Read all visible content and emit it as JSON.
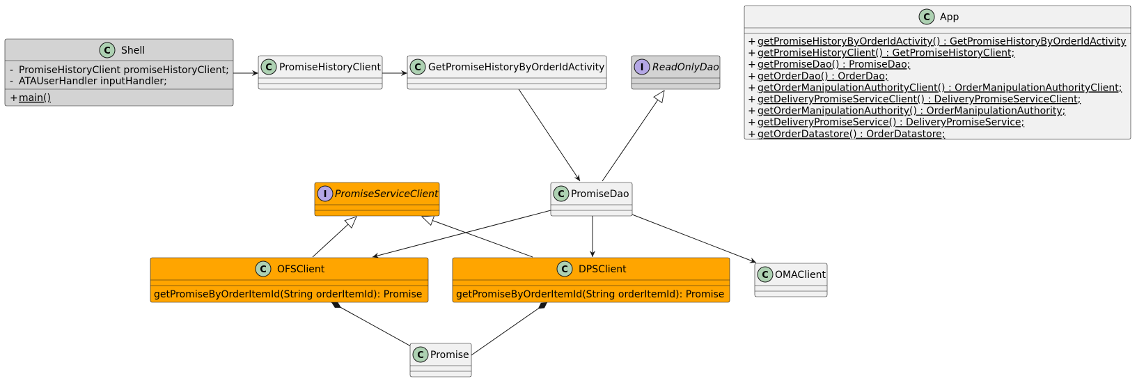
{
  "colors": {
    "class_fill": "#F1F1F1",
    "highlight_fill": "#FFA500",
    "muted_fill": "#D3D3D3",
    "border": "#181818",
    "class_badge": "#ADD1B2",
    "interface_badge": "#B4A7E5"
  },
  "nodes": {
    "shell": {
      "name": "Shell",
      "badge": "C",
      "fields": [
        {
          "vis": "-",
          "text": "PromiseHistoryClient promiseHistoryClient;"
        },
        {
          "vis": "-",
          "text": "ATAUserHandler inputHandler;"
        }
      ],
      "methods": [
        {
          "vis": "+",
          "text": "main()",
          "static": true
        }
      ]
    },
    "promise_history_client": {
      "name": "PromiseHistoryClient",
      "badge": "C"
    },
    "get_promise_history_activity": {
      "name": "GetPromiseHistoryByOrderIdActivity",
      "badge": "C"
    },
    "read_only_dao": {
      "name": "ReadOnlyDao",
      "badge": "I"
    },
    "app": {
      "name": "App",
      "badge": "C",
      "methods": [
        {
          "vis": "+",
          "text": "getPromiseHistoryByOrderIdActivity() : GetPromiseHistoryByOrderIdActivity",
          "static": true
        },
        {
          "vis": "+",
          "text": "getPromiseHistoryClient() : GetPromiseHistoryClient;",
          "static": true
        },
        {
          "vis": "+",
          "text": "getPromiseDao() : PromiseDao;",
          "static": true
        },
        {
          "vis": "+",
          "text": "getOrderDao() : OrderDao;",
          "static": true
        },
        {
          "vis": "+",
          "text": "getOrderManipulationAuthorityClient() : OrderManipulationAuthorityClient;",
          "static": true
        },
        {
          "vis": "+",
          "text": "getDeliveryPromiseServiceClient() : DeliveryPromiseServiceClient;",
          "static": true
        },
        {
          "vis": "+",
          "text": "getOrderManipulationAuthority() : OrderManipulationAuthority;",
          "static": true
        },
        {
          "vis": "+",
          "text": "getDeliveryPromiseService() : DeliveryPromiseService;",
          "static": true
        },
        {
          "vis": "+",
          "text": "getOrderDatastore() : OrderDatastore;",
          "static": true
        }
      ]
    },
    "promise_service_client": {
      "name": "PromiseServiceClient",
      "badge": "I"
    },
    "promise_dao": {
      "name": "PromiseDao",
      "badge": "C"
    },
    "ofs_client": {
      "name": "OFSClient",
      "badge": "C",
      "methods": [
        {
          "text": "getPromiseByOrderItemId(String orderItemId): Promise"
        }
      ]
    },
    "dps_client": {
      "name": "DPSClient",
      "badge": "C",
      "methods": [
        {
          "text": "getPromiseByOrderItemId(String orderItemId): Promise"
        }
      ]
    },
    "oma_client": {
      "name": "OMAClient",
      "badge": "C"
    },
    "promise": {
      "name": "Promise",
      "badge": "C"
    }
  }
}
